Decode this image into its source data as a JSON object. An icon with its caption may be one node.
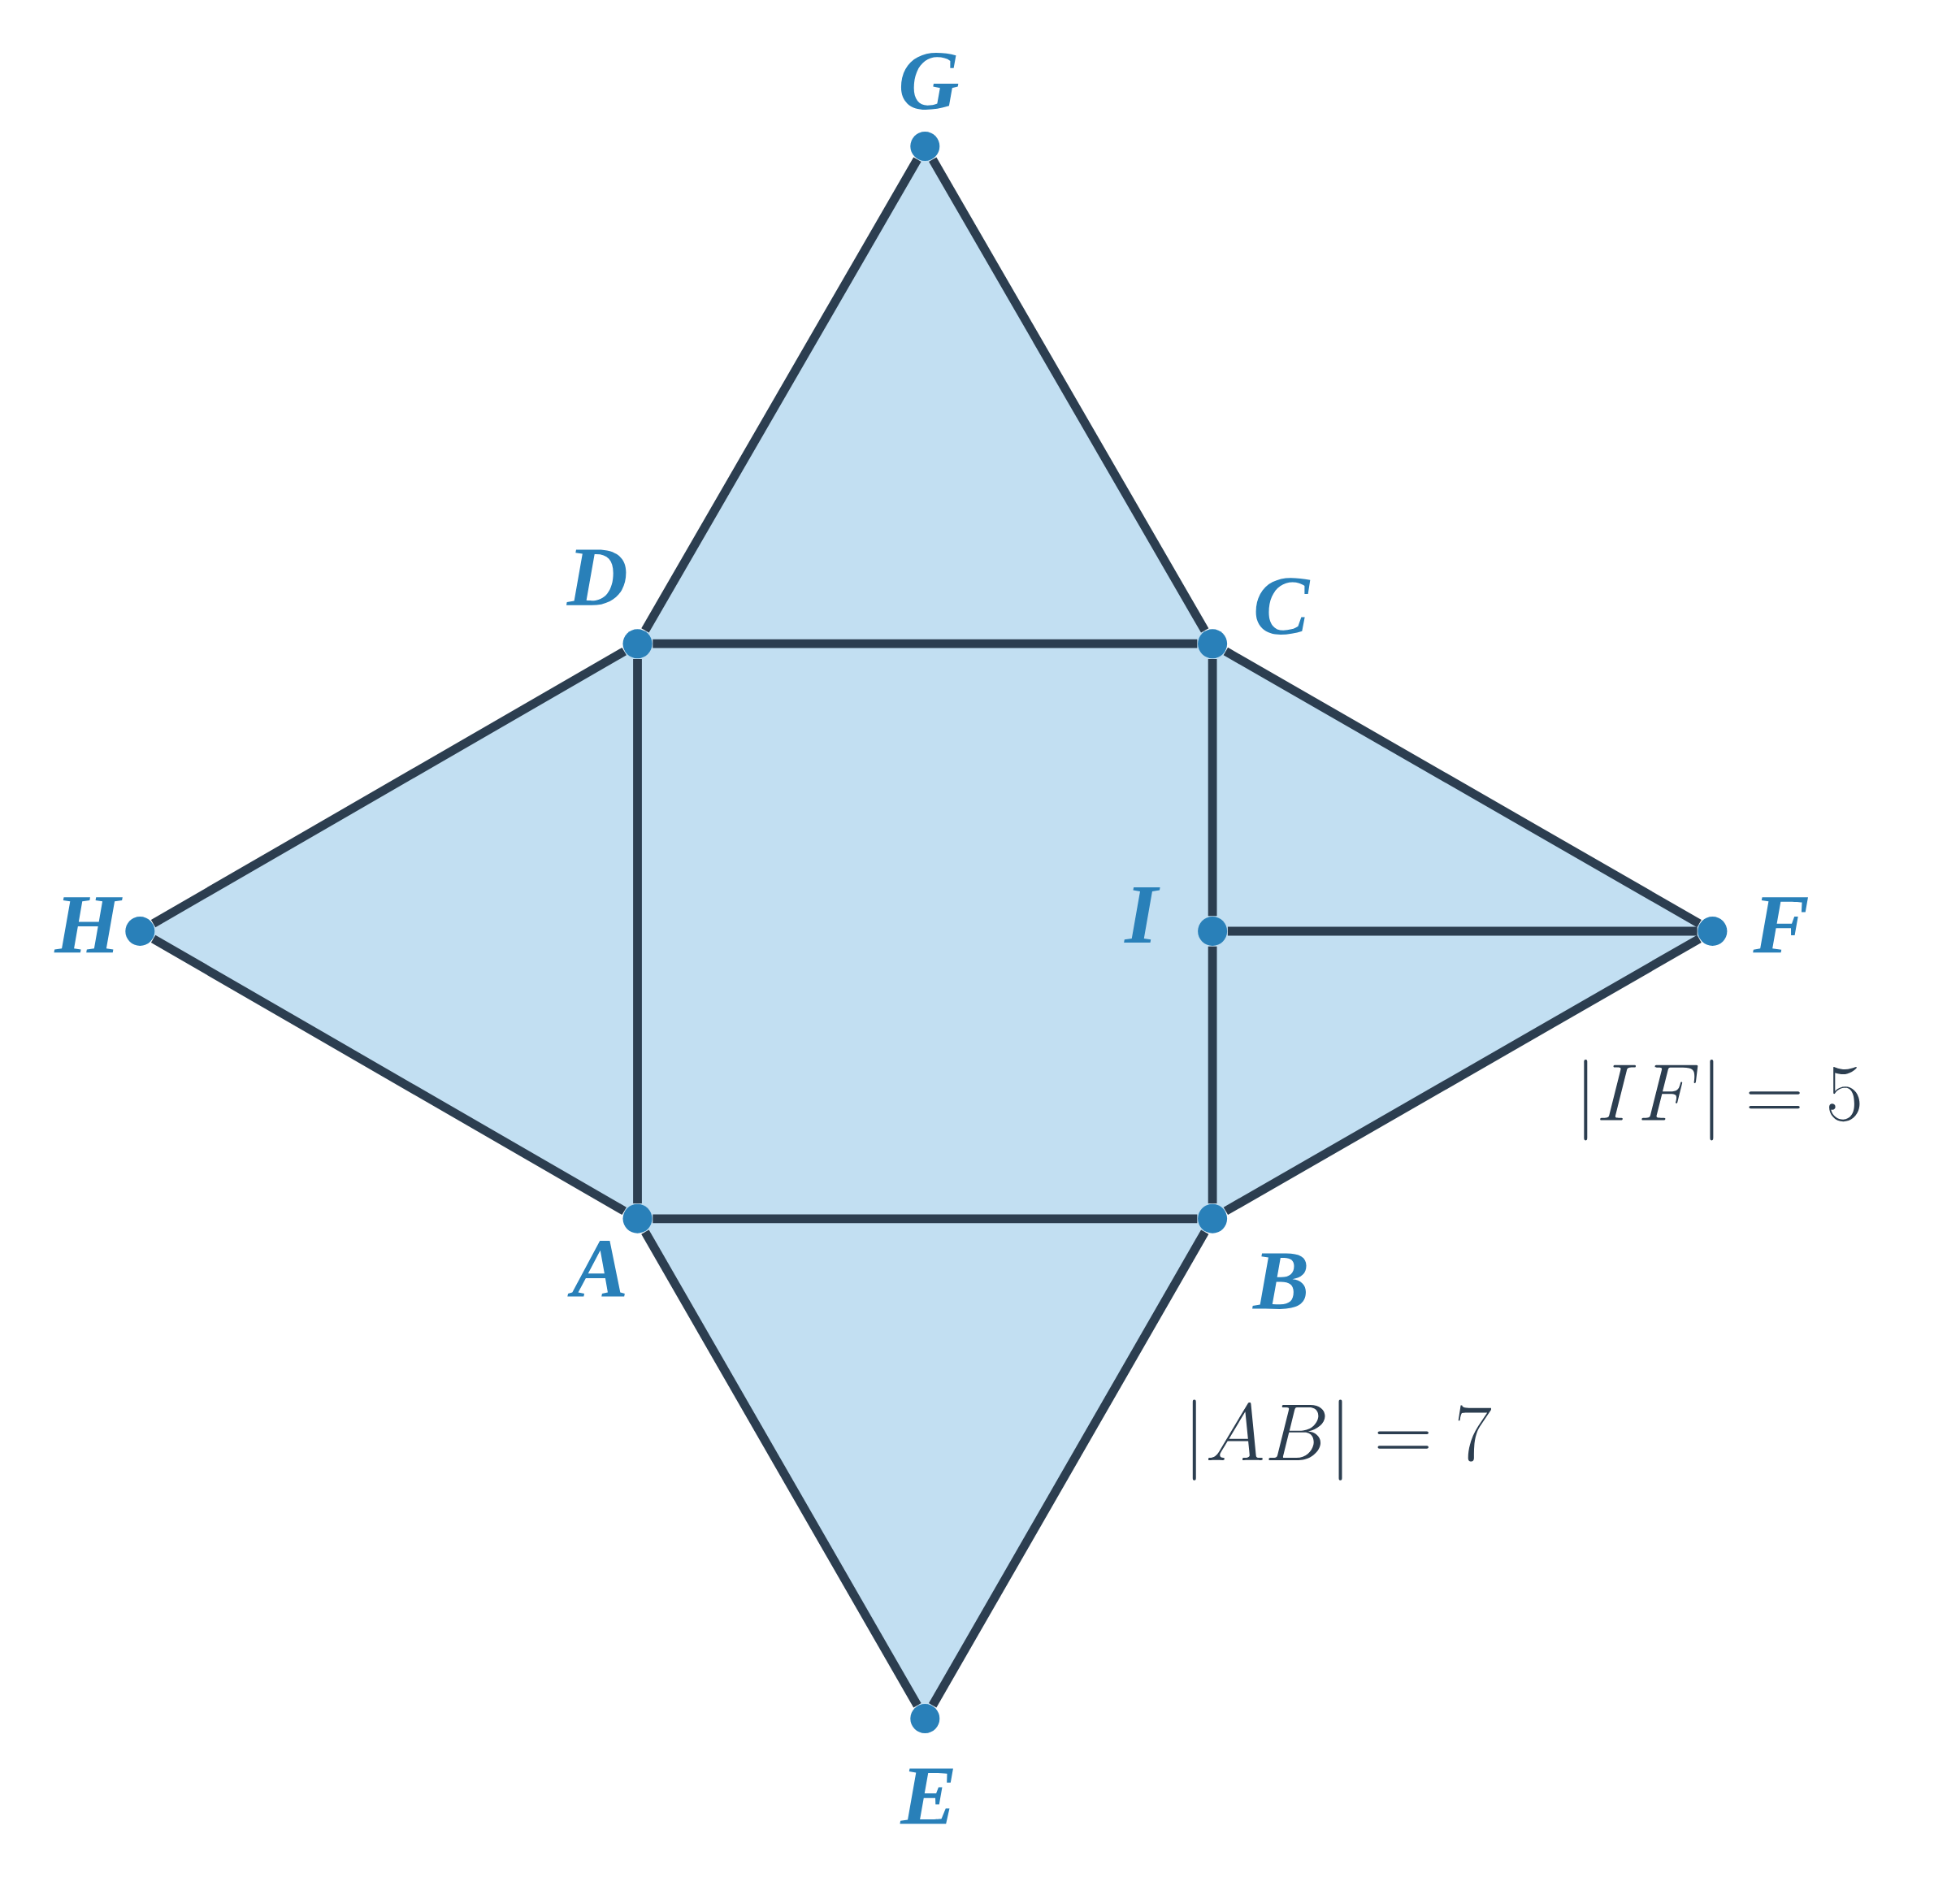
{
  "diagram": {
    "nodes": [
      {
        "text": [],
        "shape": "circle",
        "beside": [
          "G"
        ]
      },
      {
        "text": [],
        "shape": "circle",
        "beside": [
          "D"
        ]
      },
      {
        "text": [],
        "shape": "circle",
        "beside": [
          "C"
        ]
      },
      {
        "text": [],
        "shape": "circle",
        "beside": [
          "H"
        ]
      },
      {
        "text": [],
        "shape": "circle",
        "beside": [
          "I"
        ]
      },
      {
        "text": [],
        "shape": "circle",
        "beside": [
          "F"
        ]
      },
      {
        "text": [],
        "shape": "circle",
        "beside": [
          "A"
        ]
      },
      {
        "text": [],
        "shape": "circle",
        "beside": [
          "B"
        ]
      },
      {
        "text": [],
        "shape": "circle",
        "beside": [
          "E"
        ]
      }
    ],
    "edges": [
      {
        "from": 0,
        "to": 1,
        "arrow": "none"
      },
      {
        "from": 0,
        "to": 2,
        "arrow": "none"
      },
      {
        "from": 1,
        "to": 2,
        "arrow": "none"
      },
      {
        "from": 1,
        "to": 3,
        "arrow": "none"
      },
      {
        "from": 1,
        "to": 6,
        "arrow": "none"
      },
      {
        "from": 2,
        "to": 4,
        "arrow": "none"
      },
      {
        "from": 4,
        "to": 7,
        "arrow": "none"
      },
      {
        "from": 2,
        "to": 5,
        "arrow": "none"
      },
      {
        "from": 4,
        "to": 5,
        "arrow": "none"
      },
      {
        "from": 3,
        "to": 6,
        "arrow": "none"
      },
      {
        "from": 5,
        "to": 7,
        "arrow": "none"
      },
      {
        "from": 6,
        "to": 7,
        "arrow": "none"
      },
      {
        "from": 6,
        "to": 8,
        "arrow": "none"
      },
      {
        "from": 7,
        "to": 8,
        "arrow": "none"
      }
    ],
    "labels": [
      "|IF| = 5",
      "|AB| = 7"
    ]
  }
}
